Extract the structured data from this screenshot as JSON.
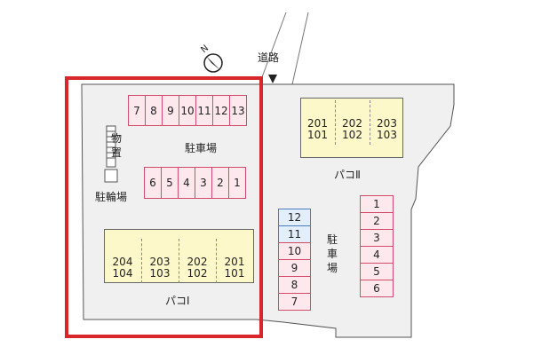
{
  "map": {
    "road_label": "道路",
    "north_label": "N",
    "building_1": {
      "name": "パコⅠ",
      "units": [
        {
          "upper": "204",
          "lower": "104"
        },
        {
          "upper": "203",
          "lower": "103"
        },
        {
          "upper": "202",
          "lower": "102"
        },
        {
          "upper": "201",
          "lower": "101"
        }
      ]
    },
    "building_2": {
      "name": "パコⅡ",
      "units": [
        {
          "upper": "201",
          "lower": "101"
        },
        {
          "upper": "202",
          "lower": "102"
        },
        {
          "upper": "203",
          "lower": "103"
        }
      ]
    },
    "parking_label": "駐車場",
    "parking_label_vertical": "駐車場",
    "storage_label": "物置",
    "bike_parking_label": "駐輪場",
    "parking_top_row": [
      "7",
      "8",
      "9",
      "10",
      "11",
      "12",
      "13"
    ],
    "parking_middle_row": [
      "6",
      "5",
      "4",
      "3",
      "2",
      "1"
    ],
    "parking_center_column": [
      "12",
      "11",
      "10",
      "9",
      "8",
      "7"
    ],
    "parking_right_column": [
      "1",
      "2",
      "3",
      "4",
      "5",
      "6"
    ],
    "colors": {
      "parking_fill": "#fde8ee",
      "parking_border": "#d14b6a",
      "parking_highlight_fill": "#e3eefb",
      "building_fill": "#fdf8c9",
      "site_fill": "#f0f0f0",
      "highlight_frame": "#d8262b"
    }
  }
}
